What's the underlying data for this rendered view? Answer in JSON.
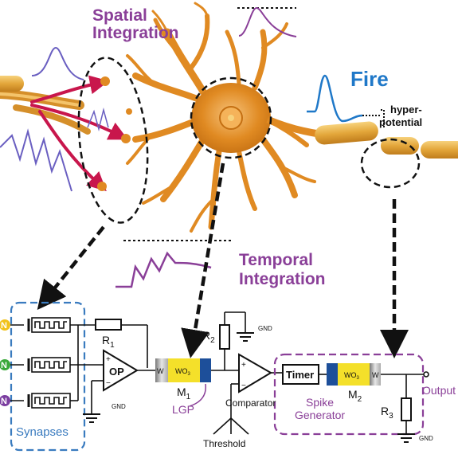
{
  "labels": {
    "spatial_line1": "Spatial",
    "spatial_line2": "Integration",
    "temporal_line1": "Temporal",
    "temporal_line2": "Integration",
    "fire": "Fire",
    "hyper_line1": "hyper-",
    "hyper_line2": "potential"
  },
  "circuit": {
    "synapse_inputs": [
      "N",
      "N",
      "N"
    ],
    "synapses_label": "Synapses",
    "r1": "R",
    "r1_sub": "1",
    "op": "OP",
    "gnd": "GND",
    "w": "W",
    "wo3": "WO",
    "wo3_sub": "3",
    "m1": "M",
    "m1_sub": "1",
    "r2": "R",
    "r2_sub": "2",
    "lgp": "LGP",
    "comparator": "Comparator",
    "threshold": "Threshold",
    "timer": "Timer",
    "spike_line1": "Spike",
    "spike_line2": "Generator",
    "m2": "M",
    "m2_sub": "2",
    "r3": "R",
    "r3_sub": "3",
    "output": "Output",
    "plus": "+",
    "minus": "−"
  },
  "colors": {
    "purple_text": "#8a3f98",
    "blue_text": "#1f78c8",
    "neuron": "#e08a22",
    "axon": "#e3a63a",
    "arrow_red": "#c8164c",
    "synapse_box": "#3a7bbf",
    "spike_box": "#8a3f98",
    "wo3_yellow": "#f4e02a",
    "blue_stripe": "#1d4f9a",
    "input_yellow": "#f1c21b",
    "input_green": "#3aa83a",
    "input_purple": "#7b3ea0"
  }
}
